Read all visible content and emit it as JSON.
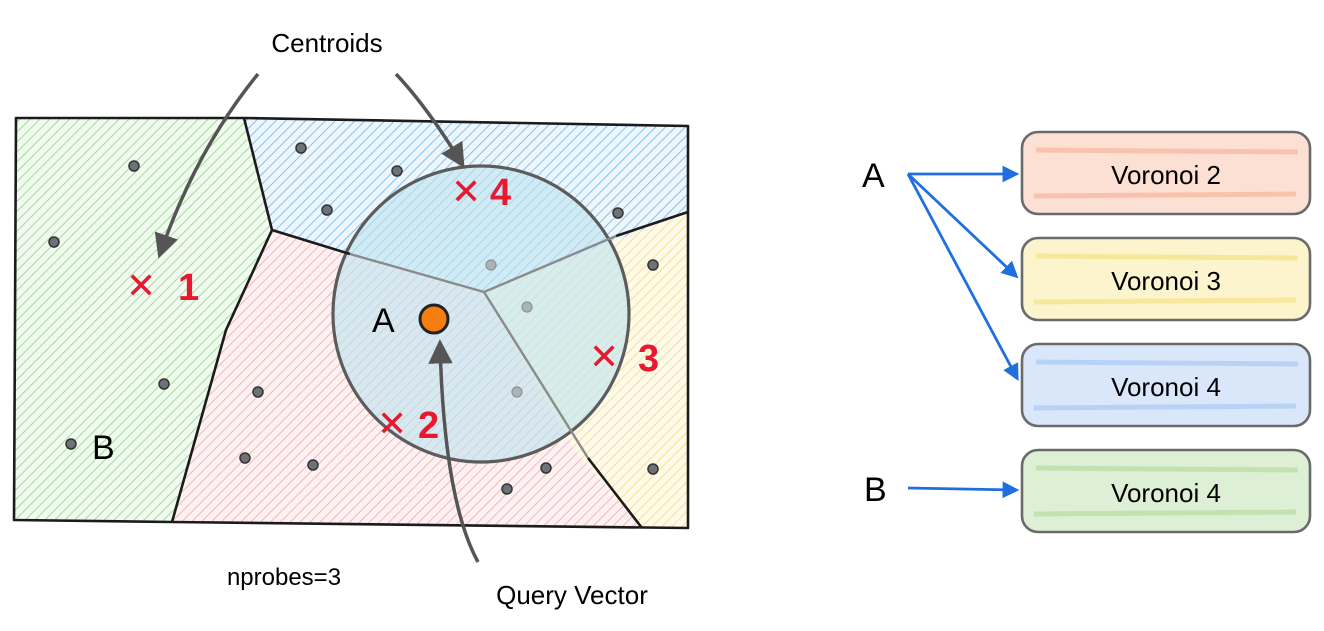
{
  "annotations": {
    "centroids_label": "Centroids",
    "query_vector_label": "Query Vector",
    "nprobes_label": "nprobes=3"
  },
  "points": {
    "query_point": "A",
    "other_point": "B"
  },
  "centroids": [
    {
      "number": "1",
      "mark": "✕"
    },
    {
      "number": "2",
      "mark": "✕"
    },
    {
      "number": "3",
      "mark": "✕"
    },
    {
      "number": "4",
      "mark": "✕"
    }
  ],
  "mapping": {
    "a_label": "A",
    "b_label": "B",
    "boxes": [
      {
        "label": "Voronoi 2",
        "fill": "#fde0d4",
        "stripe": "#f9c2ad"
      },
      {
        "label": "Voronoi 3",
        "fill": "#fcf4cc",
        "stripe": "#f6e79a"
      },
      {
        "label": "Voronoi 4",
        "fill": "#dae7fb",
        "stripe": "#b8d2f5"
      },
      {
        "label": "Voronoi 4",
        "fill": "#ddefd4",
        "stripe": "#c2e2b2"
      }
    ]
  },
  "colors": {
    "arrow_blue": "#1f6fe0",
    "centroid_red": "#e8182f",
    "query_orange": "#f47f10",
    "region_green": "#7fcf74",
    "region_blue": "#5aa9e6",
    "region_red": "#f09aa0",
    "region_yellow": "#f3d97a",
    "probe_circle": "#bfe3ef"
  }
}
